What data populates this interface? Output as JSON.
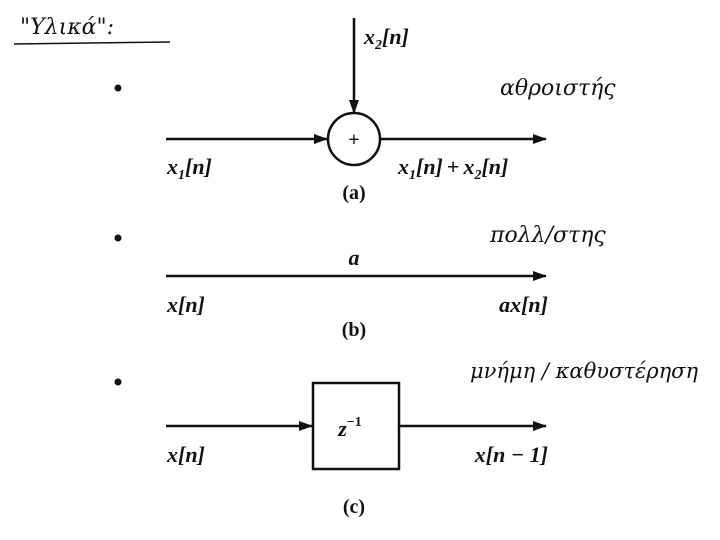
{
  "heading": "\"Υλικά\":",
  "adder": {
    "note": "αθροιστής",
    "top_input": {
      "base": "x",
      "sub": "2",
      "arg": "[n]"
    },
    "symbol": "+",
    "left_input": {
      "base": "x",
      "sub": "1",
      "arg": "[n]"
    },
    "output": {
      "a": "x",
      "a_sub": "1",
      "a_arg": "[n]",
      "op": "+",
      "b": "x",
      "b_sub": "2",
      "b_arg": "[n]"
    },
    "caption": "(a)"
  },
  "multiplier": {
    "note": "πολλ/στης",
    "gain": "a",
    "input": "x[n]",
    "output": "ax[n]",
    "caption": "(b)"
  },
  "delay": {
    "note": "μνήμη / καθυστέρηση",
    "block": {
      "base": "z",
      "exp": "−1"
    },
    "input": "x[n]",
    "output": "x[n − 1]",
    "caption": "(c)"
  }
}
